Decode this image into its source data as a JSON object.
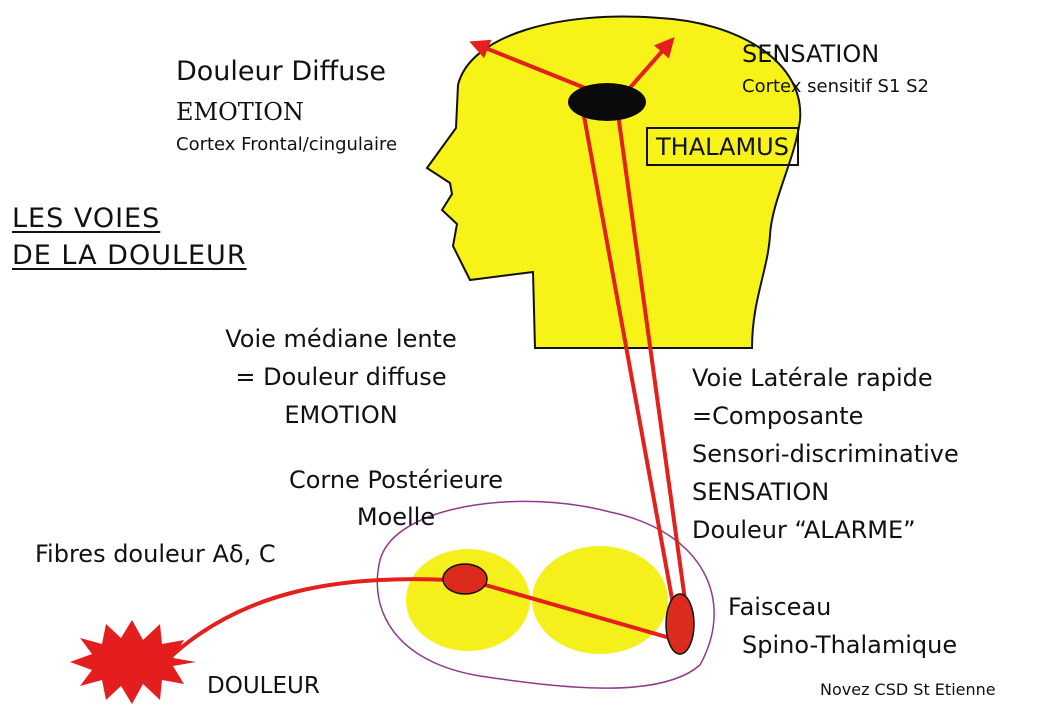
{
  "title": {
    "line1": "LES VOIES",
    "line2": "DE LA DOULEUR"
  },
  "labels": {
    "douleur_diffuse": "Douleur Diffuse",
    "emotion_top": "EMOTION",
    "cortex_frontal": "Cortex Frontal/cingulaire",
    "sensation_top": "SENSATION",
    "cortex_sensitif": "Cortex sensitif S1 S2",
    "thalamus": "THALAMUS",
    "voie_mediane": {
      "line1": "Voie médiane lente",
      "line2": "= Douleur diffuse",
      "line3": "EMOTION"
    },
    "voie_laterale": {
      "line1": "Voie Latérale rapide",
      "line2": "=Composante",
      "line3": "Sensori-discriminative",
      "line4": "SENSATION",
      "line5": "Douleur “ALARME”"
    },
    "corne": {
      "line1": "Corne Postérieure",
      "line2": "Moelle"
    },
    "fibres": "Fibres douleur Aδ, C",
    "faisceau": {
      "line1": "Faisceau",
      "line2": "Spino-Thalamique"
    },
    "douleur": "DOULEUR",
    "credit": "Novez CSD St Etienne"
  },
  "colors": {
    "head_fill": "#f7f318",
    "spine_fill": "#f5ef1c",
    "pathway": "#e4201c",
    "thalamus_fill": "#0a0a0a",
    "node_fill": "#dc2a1c",
    "spine_outline": "#8e3a8c",
    "burst_fill": "#e41e1e"
  }
}
